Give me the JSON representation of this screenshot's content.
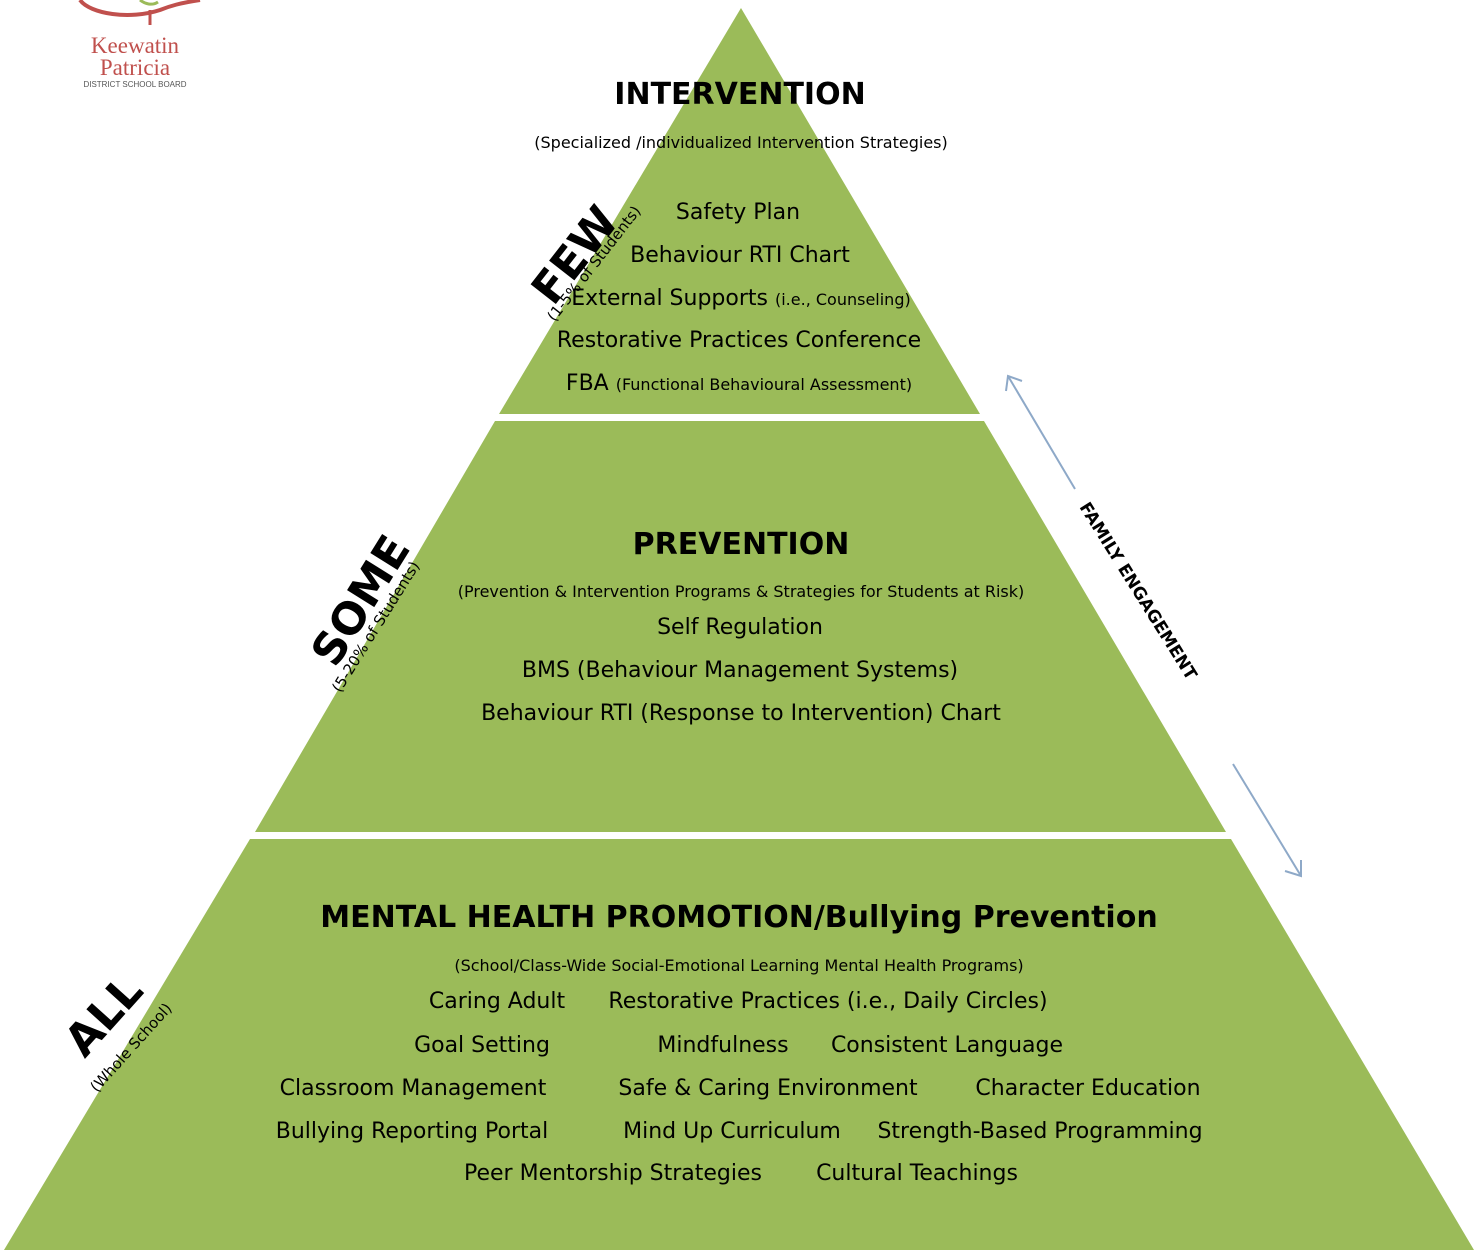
{
  "logo": {
    "line1": "Keewatin",
    "line2": "Patricia",
    "line3": "DISTRICT SCHOOL BOARD"
  },
  "tiers": {
    "top": {
      "title": "INTERVENTION",
      "subtitle": "(Specialized /individualized Intervention Strategies)",
      "items": [
        {
          "main": "Safety Plan",
          "note": ""
        },
        {
          "main": "Behaviour RTI Chart",
          "note": ""
        },
        {
          "main": "External Supports",
          "note": "(i.e., Counseling)"
        },
        {
          "main": "Restorative Practices Conference",
          "note": ""
        },
        {
          "main": "FBA",
          "note": "(Functional Behavioural Assessment)"
        }
      ],
      "side_big": "FEW",
      "side_small": "(1-5% of Students)"
    },
    "middle": {
      "title": "PREVENTION",
      "subtitle": "(Prevention & Intervention Programs & Strategies for Students at Risk)",
      "items": [
        "Self Regulation",
        "BMS (Behaviour Management Systems)",
        "Behaviour RTI (Response to Intervention) Chart"
      ],
      "side_big": "SOME",
      "side_small": "(5-20% of Students)"
    },
    "bottom": {
      "title": "MENTAL HEALTH PROMOTION/Bullying Prevention",
      "subtitle": "(School/Class-Wide Social-Emotional Learning Mental Health Programs)",
      "rows": [
        [
          "Caring Adult",
          "Restorative Practices (i.e., Daily Circles)"
        ],
        [
          "Goal Setting",
          "Mindfulness",
          "Consistent Language"
        ],
        [
          "Classroom Management",
          "Safe & Caring Environment",
          "Character Education"
        ],
        [
          "Bullying Reporting Portal",
          "Mind Up Curriculum",
          "Strength-Based Programming"
        ],
        [
          "Peer Mentorship Strategies",
          "Cultural Teachings"
        ]
      ],
      "side_big": "ALL",
      "side_small": "(Whole School)"
    }
  },
  "arrow_label": "FAMILY ENGAGEMENT",
  "colors": {
    "pyramid_fill": "#9bbb59",
    "arrow": "#8ea9c8",
    "logo_red": "#c0504d"
  }
}
